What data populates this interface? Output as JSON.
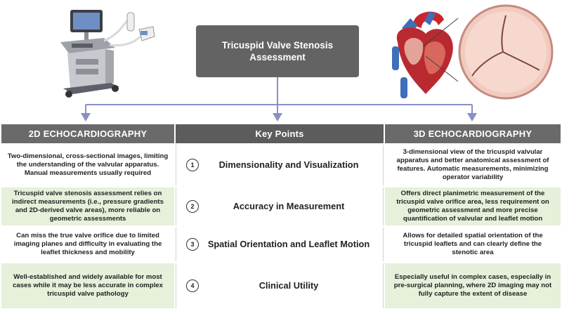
{
  "title": "Tricuspid Valve Stenosis\nAssessment",
  "columns": {
    "left": "2D ECHOCARDIOGRAPHY",
    "middle": "Key Points",
    "right": "3D ECHOCARDIOGRAPHY"
  },
  "rows": [
    {
      "num": "1",
      "key_point": "Dimensionality and Visualization",
      "left": "Two-dimensional, cross-sectional images, limiting the understanding of the valvular apparatus. Manual measurements usually required",
      "right": "3-dimensional view of the tricuspid valvular apparatus and better anatomical assessment of features. Automatic measurements, minimizing operator variability"
    },
    {
      "num": "2",
      "key_point": "Accuracy in Measurement",
      "left": "Tricuspid valve stenosis assessment relies on indirect measurements (i.e., pressure gradients and 2D-derived valve areas), more reliable on geometric assessments",
      "right": "Offers direct planimetric measurement of the tricuspid valve orifice area, less requirement on geometric assessment and more precise quantification of valvular and leaflet motion"
    },
    {
      "num": "3",
      "key_point": "Spatial Orientation and Leaflet Motion",
      "left": "Can miss the true valve orifice due to limited imaging planes and difficulty in evaluating the leaflet thickness and mobility",
      "right": "Allows for detailed spatial orientation of the tricuspid leaflets and can clearly define the stenotic area"
    },
    {
      "num": "4",
      "key_point": "Clinical Utility",
      "left": "Well-established and widely available for most cases while it may be less accurate in complex tricuspid valve pathology",
      "right": "Especially useful in complex cases, especially in pre-surgical planning, where 2D imaging may not fully capture the extent of disease"
    }
  ],
  "colors": {
    "header": "#6a6a6a",
    "title_box": "#636363",
    "row_tint": "#e6f0da",
    "arrow": "#8a8fc6"
  },
  "icons": [
    "ultrasound-machine-icon",
    "heart-anatomy-icon",
    "valve-closeup-icon"
  ]
}
